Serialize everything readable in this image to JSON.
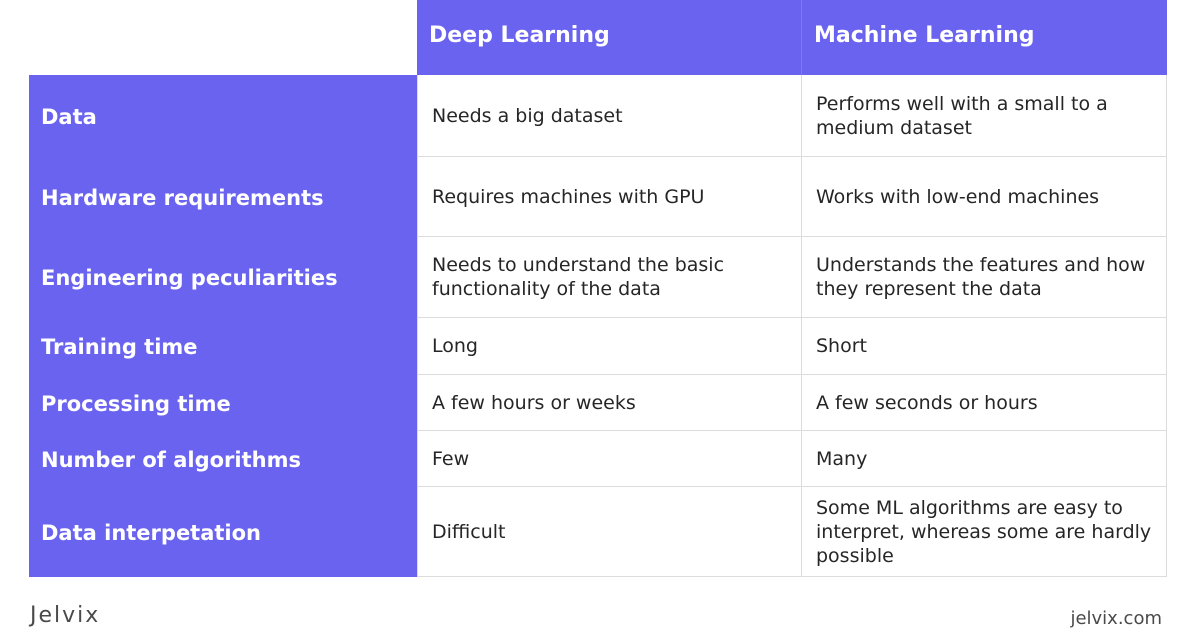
{
  "table": {
    "headers": [
      "",
      "Deep Learning",
      "Machine Learning"
    ],
    "rows": [
      {
        "label": "Data",
        "deep": "Needs a big dataset",
        "machine": "Performs well with a small to a medium dataset"
      },
      {
        "label": "Hardware requirements",
        "deep": "Requires machines with GPU",
        "machine": "Works with low-end machines"
      },
      {
        "label": "Engineering peculiarities",
        "deep": "Needs to understand the basic functionality of the data",
        "machine": "Understands the features and how they represent the data"
      },
      {
        "label": "Training time",
        "deep": "Long",
        "machine": "Short"
      },
      {
        "label": "Processing time",
        "deep": "A few hours or weeks",
        "machine": "A few seconds or hours"
      },
      {
        "label": "Number of algorithms",
        "deep": "Few",
        "machine": "Many"
      },
      {
        "label": "Data interpetation",
        "deep": "Difficult",
        "machine": "Some ML algorithms are easy to interpret, whereas some are hardly possible"
      }
    ]
  },
  "footer": {
    "brand": "Jelvix",
    "site": "jelvix.com"
  },
  "colors": {
    "accent": "#6a63ef",
    "header_text": "#ffffff",
    "body_text": "#262626"
  }
}
